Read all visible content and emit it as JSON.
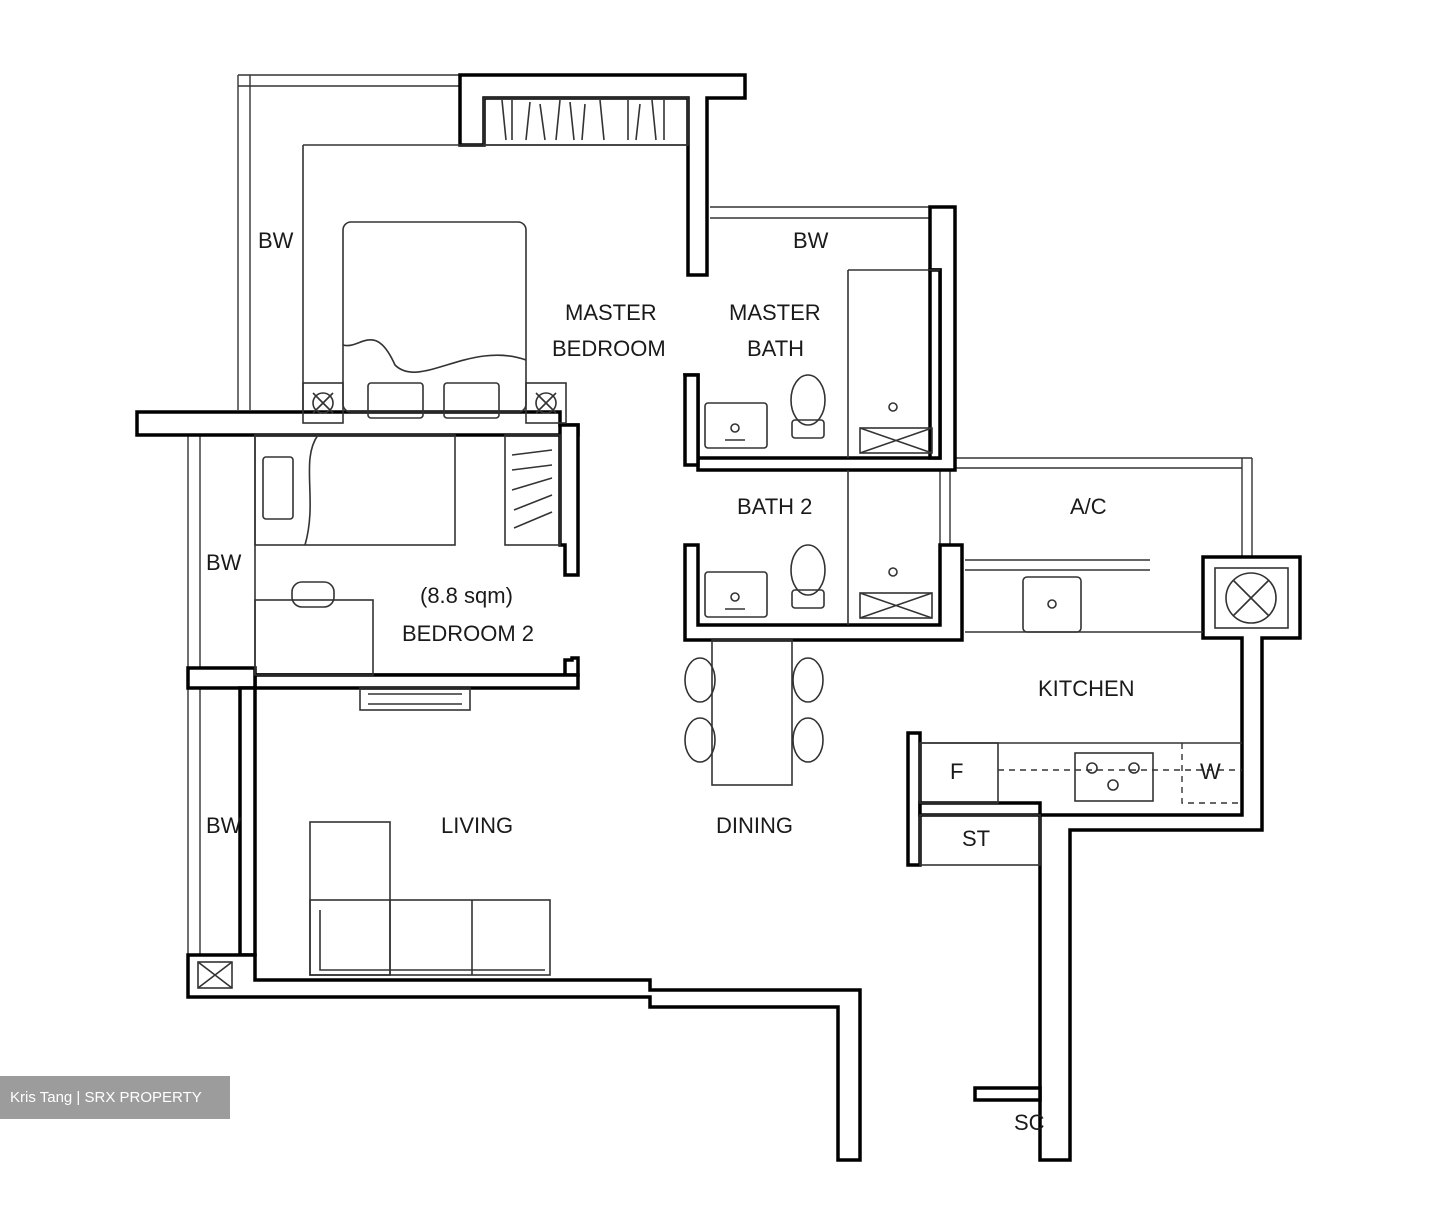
{
  "rooms": {
    "master_bedroom": [
      "MASTER",
      "BEDROOM"
    ],
    "master_bath": [
      "MASTER",
      "BATH"
    ],
    "bath_2": "BATH 2",
    "ac": "A/C",
    "bedroom_2_area": "(8.8 sqm)",
    "bedroom_2": "BEDROOM 2",
    "kitchen": "KITCHEN",
    "living": "LIVING",
    "dining": "DINING",
    "store": "ST",
    "fridge": "F",
    "washer": "W",
    "shelter_closet": "SC"
  },
  "bay_windows": [
    "BW",
    "BW",
    "BW",
    "BW"
  ],
  "watermark": "Kris Tang | SRX PROPERTY"
}
